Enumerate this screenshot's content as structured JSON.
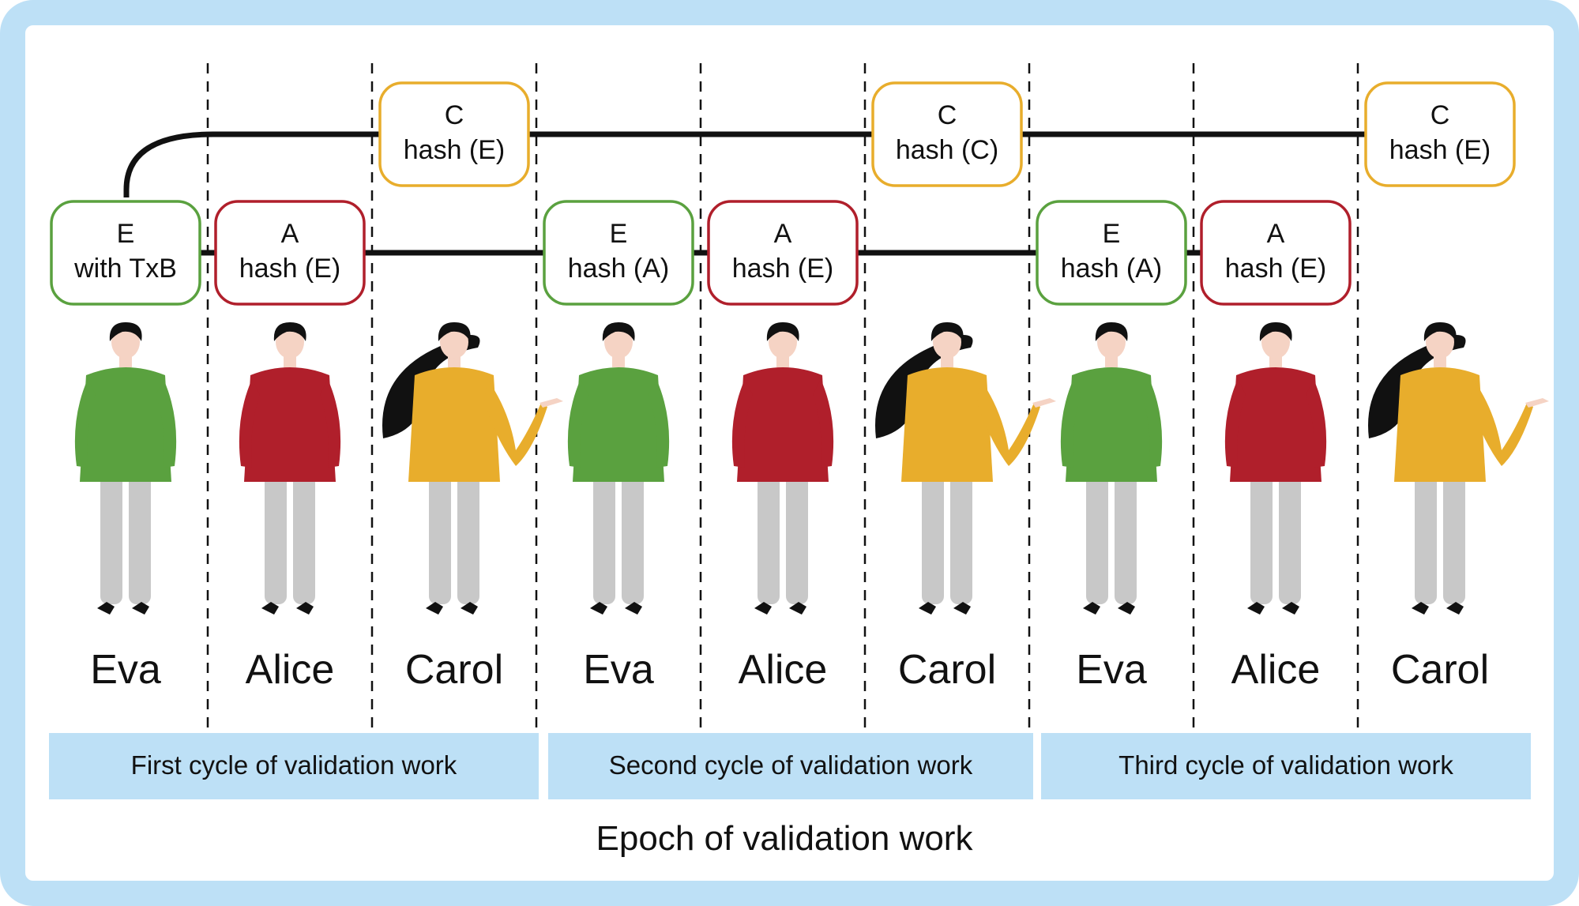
{
  "colors": {
    "eva": "#5aa13f",
    "alice": "#b01f2b",
    "carol": "#e8ad2c",
    "frame": "#bde0f6",
    "band": "#bde0f6"
  },
  "people": [
    {
      "name": "Eva",
      "role": "eva"
    },
    {
      "name": "Alice",
      "role": "alice"
    },
    {
      "name": "Carol",
      "role": "carol"
    },
    {
      "name": "Eva",
      "role": "eva"
    },
    {
      "name": "Alice",
      "role": "alice"
    },
    {
      "name": "Carol",
      "role": "carol"
    },
    {
      "name": "Eva",
      "role": "eva"
    },
    {
      "name": "Alice",
      "role": "alice"
    },
    {
      "name": "Carol",
      "role": "carol"
    }
  ],
  "boxes": [
    {
      "line1": "E",
      "line2": "with TxB",
      "role": "eva"
    },
    {
      "line1": "A",
      "line2": "hash (E)",
      "role": "alice"
    },
    {
      "line1": "C",
      "line2": "hash (E)",
      "role": "carol"
    },
    {
      "line1": "E",
      "line2": "hash (A)",
      "role": "eva"
    },
    {
      "line1": "A",
      "line2": "hash (E)",
      "role": "alice"
    },
    {
      "line1": "C",
      "line2": "hash (C)",
      "role": "carol"
    },
    {
      "line1": "E",
      "line2": "hash (A)",
      "role": "eva"
    },
    {
      "line1": "A",
      "line2": "hash (E)",
      "role": "alice"
    },
    {
      "line1": "C",
      "line2": "hash (E)",
      "role": "carol"
    }
  ],
  "cycles": [
    {
      "label": "First cycle of validation work"
    },
    {
      "label": "Second cycle of validation work"
    },
    {
      "label": "Third cycle of validation work"
    }
  ],
  "epoch": {
    "label": "Epoch of validation work"
  }
}
